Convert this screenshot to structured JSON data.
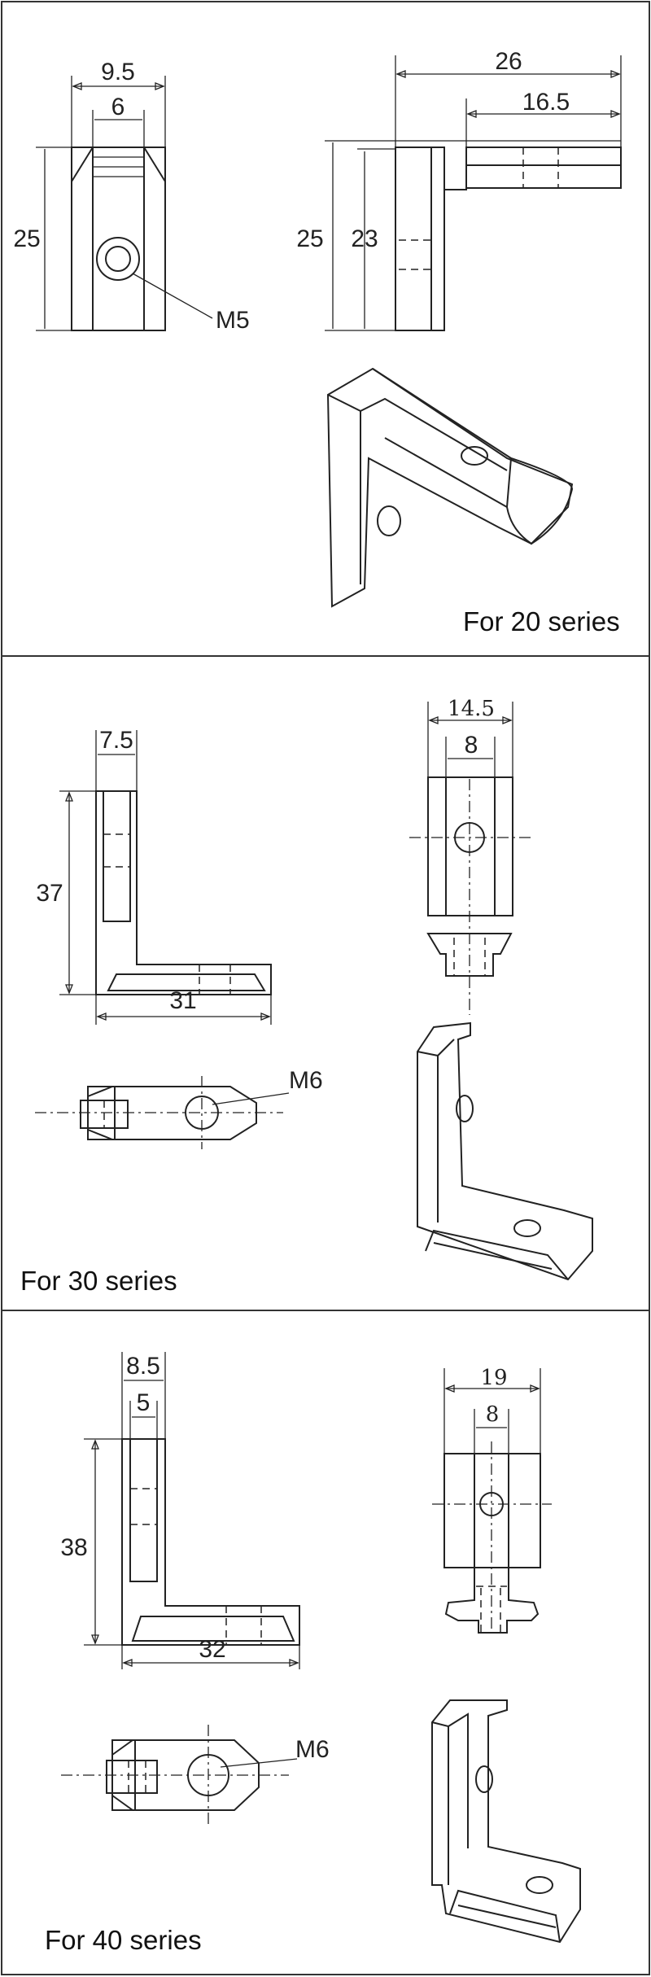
{
  "panels": [
    {
      "caption": "For 20 series",
      "dims": {
        "d1": "9.5",
        "d2": "6",
        "d3": "25",
        "d4": "M5",
        "d5": "26",
        "d6": "16.5",
        "d7": "25",
        "d8": "23"
      }
    },
    {
      "caption": "For 30 series",
      "dims": {
        "d1": "7.5",
        "d2": "37",
        "d3": "31",
        "d4": "14.5",
        "d5": "8",
        "d6": "M6"
      }
    },
    {
      "caption": "For 40 series",
      "dims": {
        "d1": "8.5",
        "d2": "5",
        "d3": "38",
        "d4": "32",
        "d5": "19",
        "d6": "8",
        "d7": "M6"
      }
    }
  ]
}
